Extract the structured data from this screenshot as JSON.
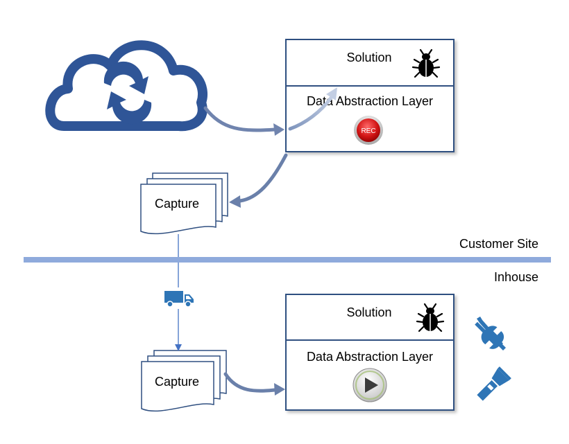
{
  "top": {
    "solution_label": "Solution",
    "layer_label": "Data Abstraction Layer",
    "rec_label": "REC",
    "capture_label": "Capture"
  },
  "bottom": {
    "solution_label": "Solution",
    "layer_label": "Data Abstraction Layer",
    "capture_label": "Capture"
  },
  "divider": {
    "upper_label": "Customer Site",
    "lower_label": "Inhouse"
  },
  "icons": {
    "cloud": "cloud-sync-icon",
    "bug": "bug-icon",
    "rec": "record-button-icon",
    "play": "play-button-icon",
    "truck": "truck-icon",
    "tools": "wrench-screwdriver-icon",
    "flashlight": "flashlight-icon"
  },
  "colors": {
    "box_border": "#2f4f80",
    "cloud": "#2f5597",
    "divider": "#8faadc",
    "icon_blue": "#2e75b6",
    "arrow": "#6a80aa"
  }
}
